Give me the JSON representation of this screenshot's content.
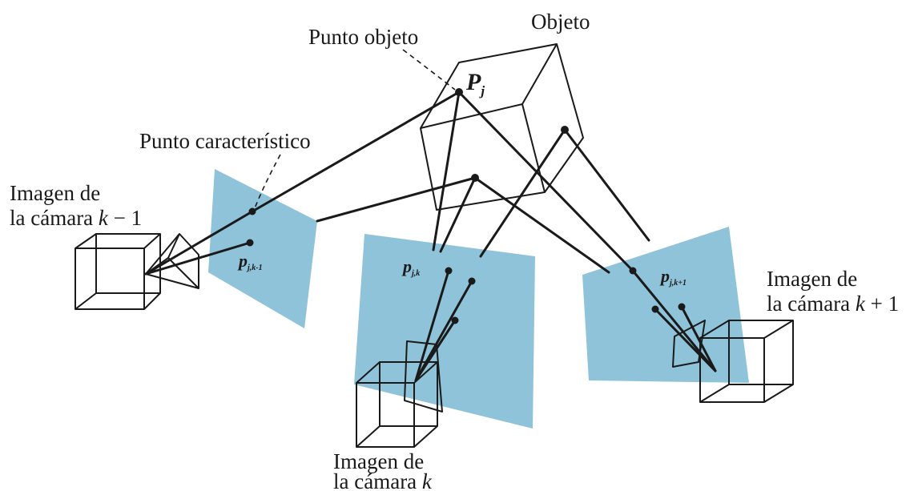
{
  "labels": {
    "object": "Objeto",
    "object_point": "Punto objeto",
    "feature_point": "Punto característico",
    "cam_prev_line1": "Imagen de",
    "cam_prev_line2_pre": "la cámara ",
    "cam_prev_line2_var": "k",
    "cam_prev_line2_post": " − 1",
    "cam_cur_line1": "Imagen de",
    "cam_cur_line2_pre": "la cámara ",
    "cam_cur_line2_var": "k",
    "cam_next_line1": "Imagen de",
    "cam_next_line2_pre": "la cámara ",
    "cam_next_line2_var": "k",
    "cam_next_line2_post": " + 1"
  },
  "math": {
    "Pj_main": "P",
    "Pj_sub": "j",
    "p_prev_main": "p",
    "p_prev_sub": "j,k-1",
    "p_cur_main": "p",
    "p_cur_sub": "j,k",
    "p_next_main": "p",
    "p_next_sub": "j,k+1"
  },
  "colors": {
    "image_plane": "#8fc3d9",
    "lines": "#1a1a1a",
    "background": "#ffffff"
  }
}
